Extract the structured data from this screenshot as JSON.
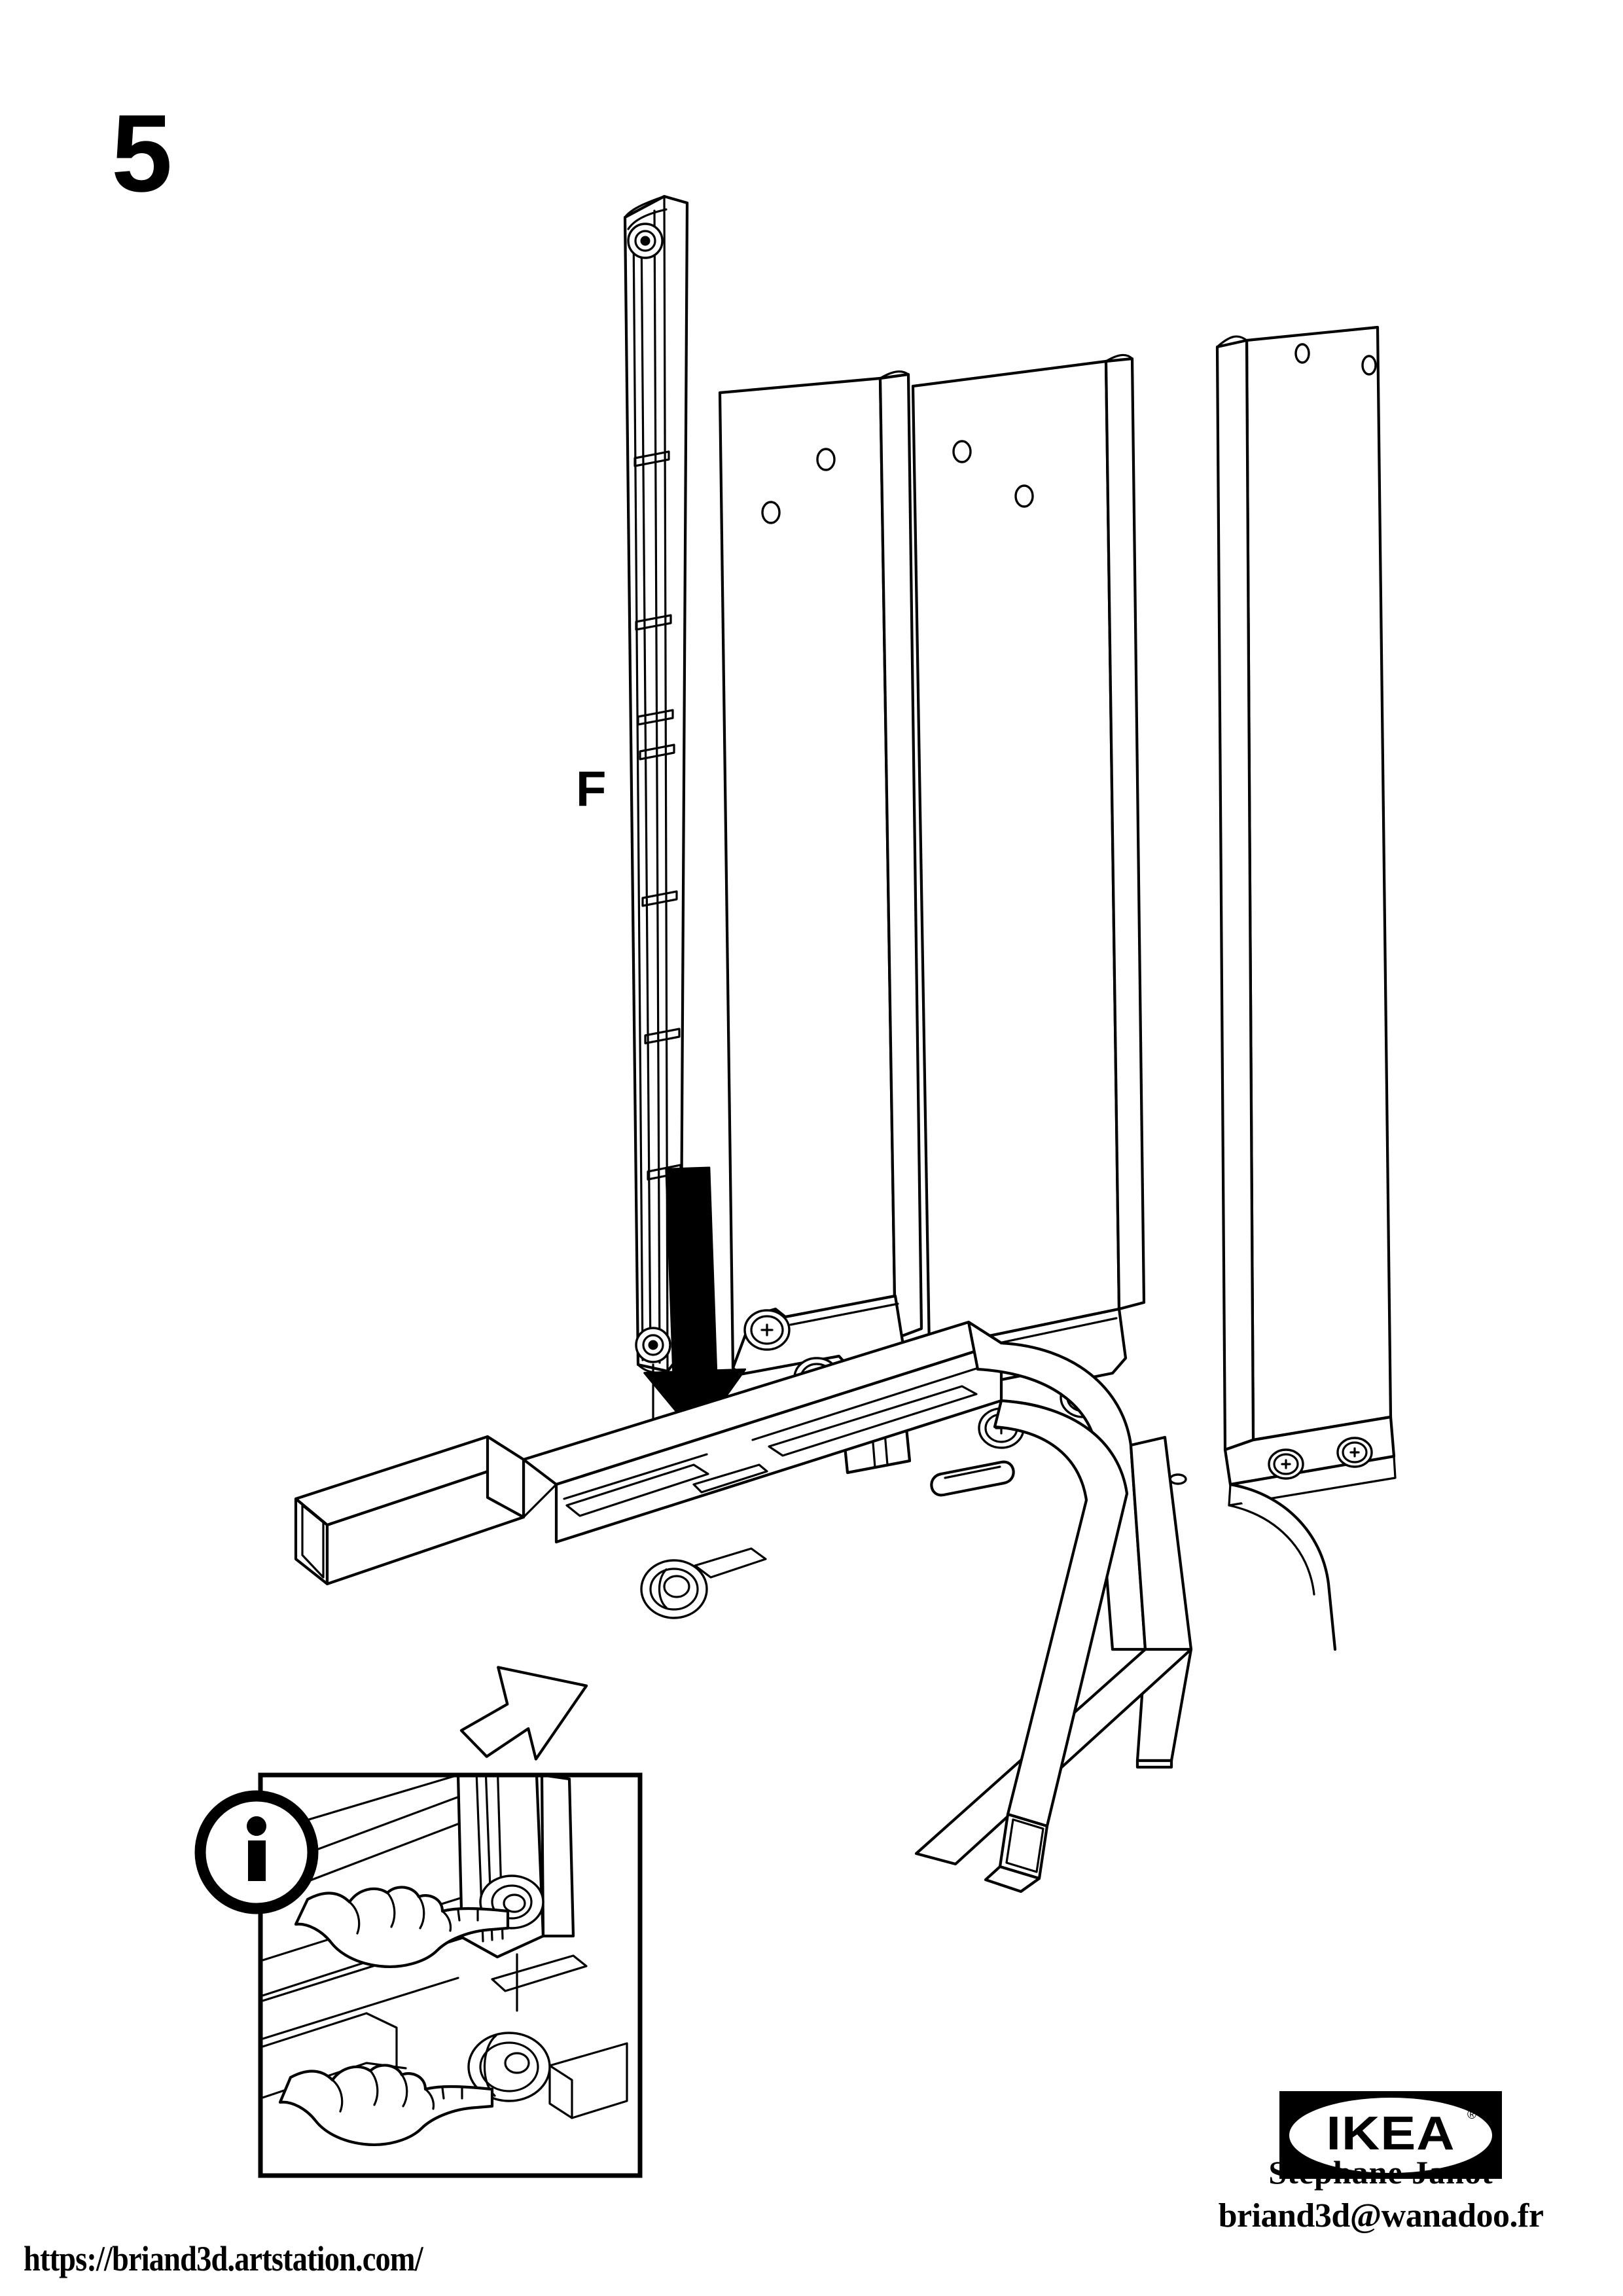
{
  "page": {
    "step_number": "5",
    "background_color": "#ffffff",
    "line_color": "#000000"
  },
  "labels": {
    "part_letter": "F"
  },
  "icons": {
    "info": "info-circle-icon",
    "info_letter": "i",
    "insertion_arrow": "down-arrow-icon",
    "callout_arrow": "callout-arrow-icon"
  },
  "inset": {
    "caption_icon": "i",
    "hand_count": 2,
    "description": "detail-view-cam-lock"
  },
  "footer": {
    "url": "https://briand3d.artstation.com/",
    "author_name": "Stéphane  Janot",
    "author_email": "briand3d@wanadoo.fr"
  },
  "brand": {
    "wordmark": "IKEA",
    "registered_mark": "®",
    "logo_bg": "#000000",
    "logo_oval": "#ffffff"
  }
}
